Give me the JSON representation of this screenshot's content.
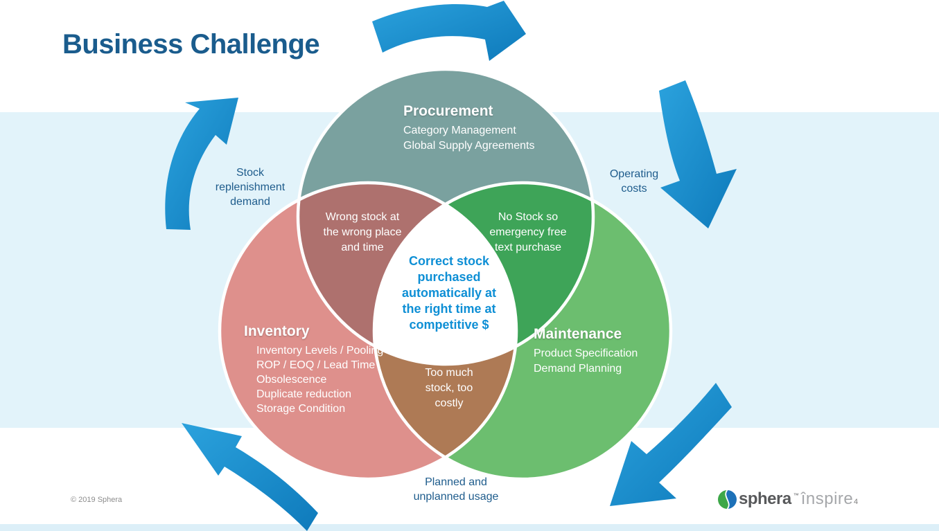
{
  "slide": {
    "title": "Business Challenge",
    "page_number": "4",
    "copyright": "© 2019 Sphera",
    "logo": {
      "brand": "sphera",
      "tm": "™",
      "suffix": "înspire"
    }
  },
  "venn": {
    "procurement": {
      "title": "Procurement",
      "details": "Category Management\nGlobal Supply Agreements"
    },
    "inventory": {
      "title": "Inventory",
      "details": "Inventory Levels / Pooling\nROP / EOQ / Lead Time\nObsolescence\nDuplicate reduction\nStorage Condition"
    },
    "maintenance": {
      "title": "Maintenance",
      "details": "Product Specification\nDemand Planning"
    },
    "overlap_procurement_inventory": "Wrong stock at\nthe wrong place\nand time",
    "overlap_procurement_maintenance": "No Stock so\nemergency free\ntext purchase",
    "overlap_inventory_maintenance": "Too much\nstock, too\ncostly",
    "center_message": "Correct stock\npurchased\nautomatically at\nthe right time at\ncompetitive $",
    "label_left": "Stock\nreplenishment\ndemand",
    "label_right": "Operating\ncosts",
    "label_bottom": "Planned and\nunplanned usage"
  },
  "colors": {
    "band_blue": "#E2F3FA",
    "footer_strip": "#DCEFF8",
    "procurement_fill": "#7AA19F",
    "inventory_fill": "#DE908C",
    "maintenance_fill": "#6CBE6F",
    "overlap_proc_inv": "#AE716E",
    "overlap_proc_maint": "#3EA458",
    "overlap_inv_maint": "#AE7A55",
    "center_fill": "#FFFFFF",
    "arrow_grad_light": "#2BA2DD",
    "arrow_grad_dark": "#0E7ABB",
    "heading_blue": "#1A5C8D",
    "accent_text": "#0E8FD5",
    "logo_green": "#3DA748",
    "logo_blue": "#1D71B8"
  }
}
